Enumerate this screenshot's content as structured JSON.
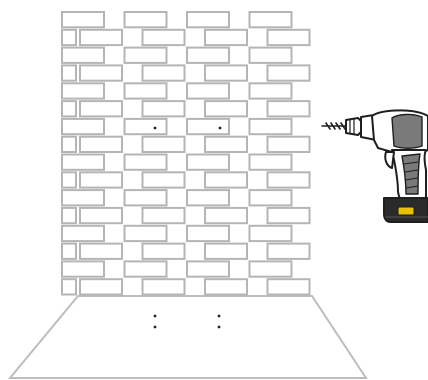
{
  "scene": {
    "wall": {
      "brick_fill": "#ffffff",
      "brick_stroke": "#b5b5b5",
      "mortar_columns": 4
    },
    "floor": {
      "fill": "#ffffff",
      "stroke": "#bdbdbd"
    },
    "drill_holes": [
      {
        "id": "wall-hole-left"
      },
      {
        "id": "wall-hole-right"
      },
      {
        "id": "floor-mark-left-top"
      },
      {
        "id": "floor-mark-left-bottom"
      },
      {
        "id": "floor-mark-right-top"
      },
      {
        "id": "floor-mark-right-bottom"
      }
    ],
    "drill": {
      "icon": "cordless-drill-icon",
      "body_color": "#ffffff",
      "outline_color": "#1f1f1f",
      "accent_color": "#7a7a7a",
      "battery_color": "#2a2a2a",
      "battery_label_color": "#e8c200"
    }
  }
}
